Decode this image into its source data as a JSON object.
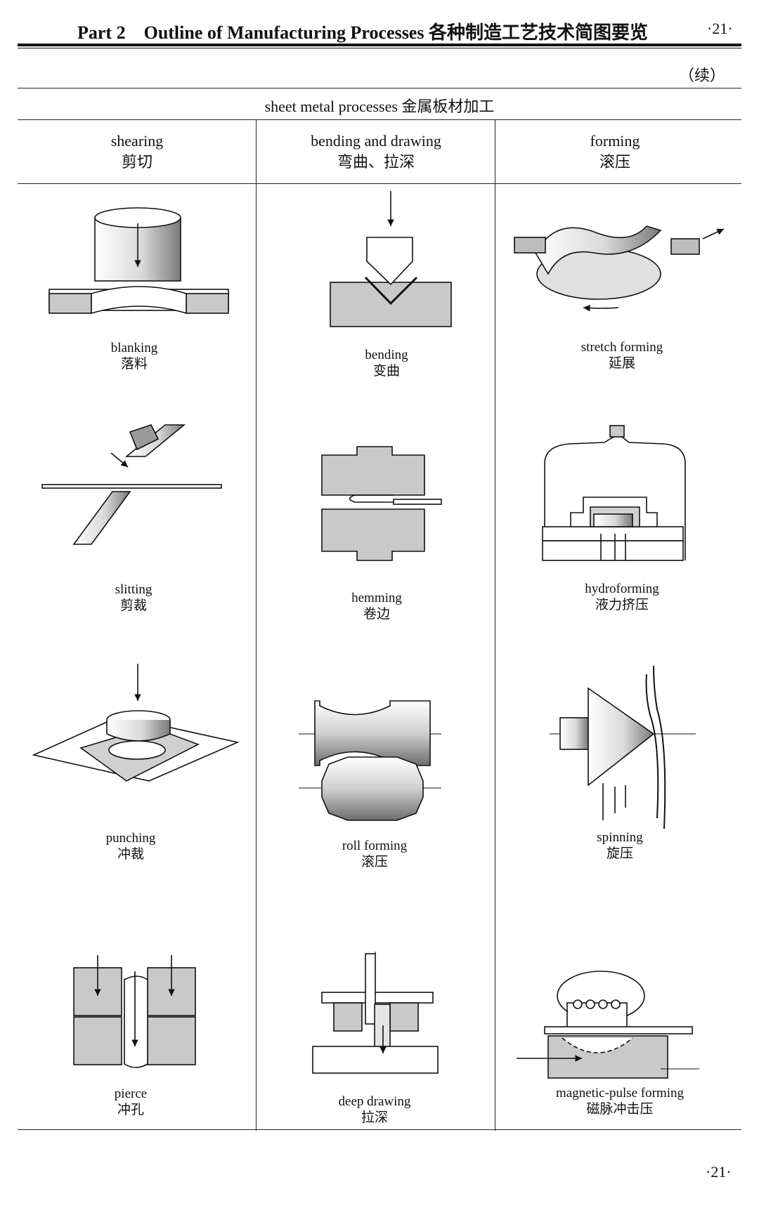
{
  "header": {
    "part": "Part 2",
    "title": "Outline of Manufacturing Processes 各种制造工艺技术简图要览",
    "page_number": "·21·"
  },
  "continued_mark": "（续）",
  "table": {
    "title": "sheet metal processes 金属板材加工",
    "columns": [
      {
        "en": "shearing",
        "zh": "剪切"
      },
      {
        "en": "bending and drawing",
        "zh": "弯曲、拉深"
      },
      {
        "en": "forming",
        "zh": "滚压"
      }
    ],
    "cells": [
      {
        "en": "blanking",
        "zh": "落料"
      },
      {
        "en": "bending",
        "zh": "变曲"
      },
      {
        "en": "stretch forming",
        "zh": "延展"
      },
      {
        "en": "slitting",
        "zh": "剪裁"
      },
      {
        "en": "hemming",
        "zh": "卷边"
      },
      {
        "en": "hydroforming",
        "zh": "液力挤压"
      },
      {
        "en": "punching",
        "zh": "冲裁"
      },
      {
        "en": "roll forming",
        "zh": "滚压"
      },
      {
        "en": "spinning",
        "zh": "旋压"
      },
      {
        "en": "pierce",
        "zh": "冲孔"
      },
      {
        "en": "deep drawing",
        "zh": "拉深"
      },
      {
        "en": "magnetic-pulse forming",
        "zh": "磁脉冲击压"
      }
    ]
  },
  "footer": {
    "page_number": "·21·"
  }
}
